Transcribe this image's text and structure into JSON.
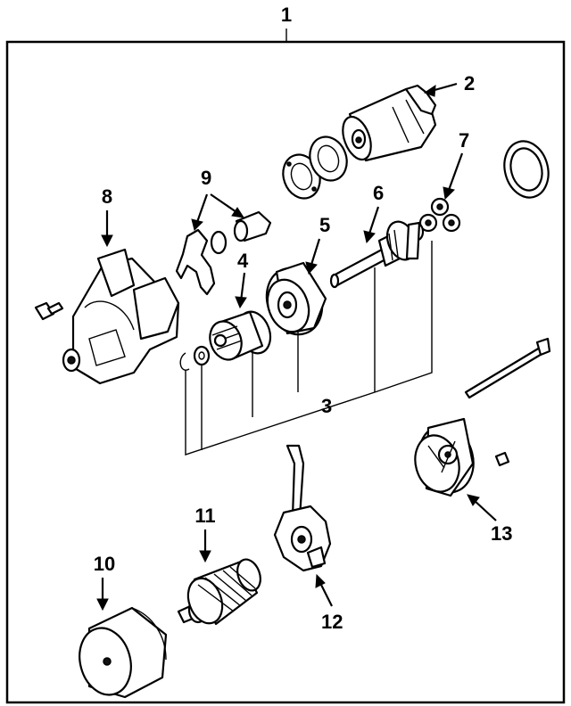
{
  "diagram": {
    "frame_color": "#000000",
    "callouts": [
      {
        "id": "1",
        "label": "1"
      },
      {
        "id": "2",
        "label": "2"
      },
      {
        "id": "3",
        "label": "3"
      },
      {
        "id": "4",
        "label": "4"
      },
      {
        "id": "5",
        "label": "5"
      },
      {
        "id": "6",
        "label": "6"
      },
      {
        "id": "7",
        "label": "7"
      },
      {
        "id": "8",
        "label": "8"
      },
      {
        "id": "9",
        "label": "9"
      },
      {
        "id": "10",
        "label": "10"
      },
      {
        "id": "11",
        "label": "11"
      },
      {
        "id": "12",
        "label": "12"
      },
      {
        "id": "13",
        "label": "13"
      }
    ]
  }
}
